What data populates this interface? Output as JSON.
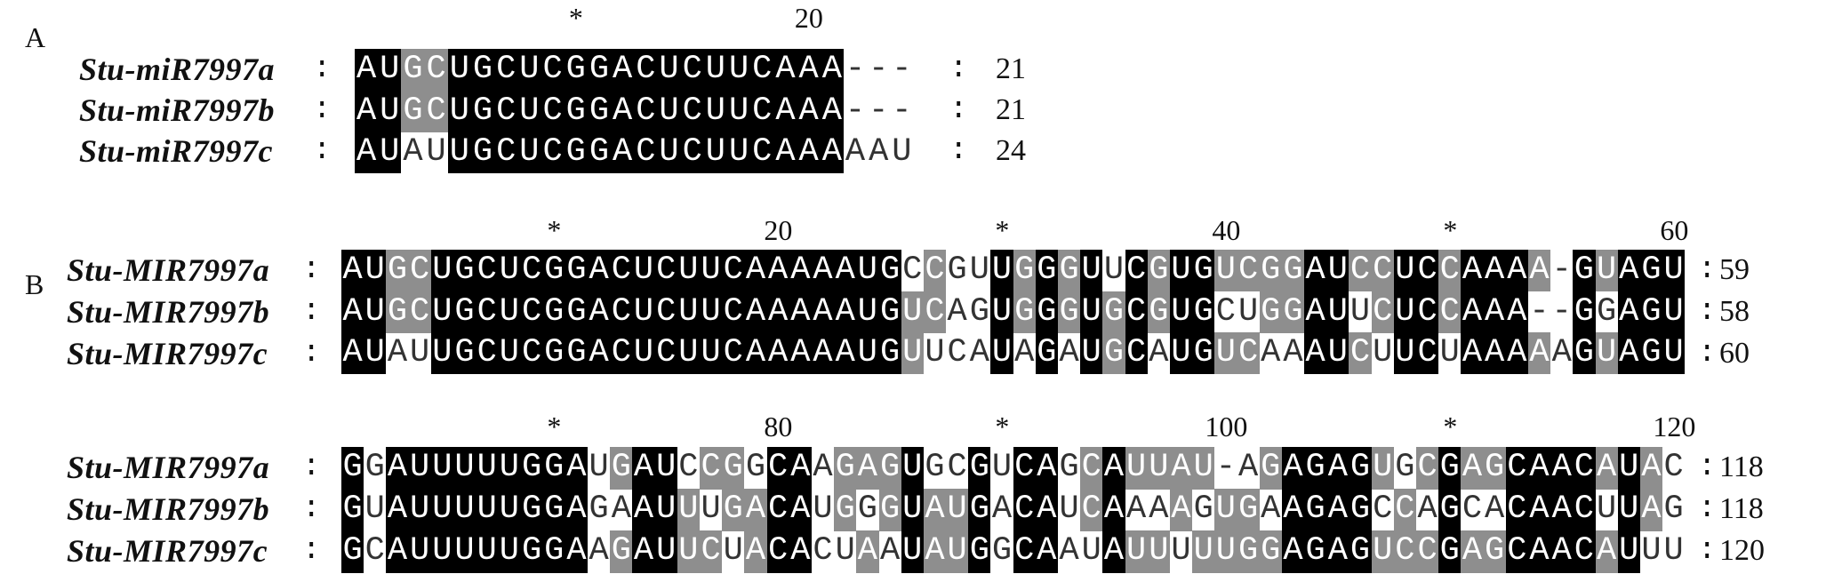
{
  "colors": {
    "identical": "#000000",
    "similar": "#8e8e8e",
    "none": "#ffffff"
  },
  "panels": [
    {
      "label": "A"
    },
    {
      "label": "B"
    }
  ],
  "blocks": [
    {
      "ruler": [
        {
          "col": 10,
          "text": "*"
        },
        {
          "col": 20,
          "text": "20"
        }
      ],
      "rows": [
        {
          "name": "Stu-miR7997a",
          "seq": "AUGCUGCUCGGACUCUUCAAA---",
          "count": "21"
        },
        {
          "name": "Stu-miR7997b",
          "seq": "AUGCUGCUCGGACUCUUCAAA---",
          "count": "21"
        },
        {
          "name": "Stu-miR7997c",
          "seq": "AUAUUGCUCGGACUCUUCAAAAAU",
          "count": "24"
        }
      ]
    },
    {
      "ruler": [
        {
          "col": 10,
          "text": "*"
        },
        {
          "col": 20,
          "text": "20"
        },
        {
          "col": 30,
          "text": "*"
        },
        {
          "col": 40,
          "text": "40"
        },
        {
          "col": 50,
          "text": "*"
        },
        {
          "col": 60,
          "text": "60"
        }
      ],
      "rows": [
        {
          "name": "Stu-MIR7997a",
          "seq": "AUGCUGCUCGGACUCUUCAAAAAUGCCGUUGGGUUCGUGUCGGAUCCUCCAAAA-GUAGU",
          "count": "59"
        },
        {
          "name": "Stu-MIR7997b",
          "seq": "AUGCUGCUCGGACUCUUCAAAAAUGUCAGUGGGUGCGUGCUGGAUUCUCCAAA--GGAGU",
          "count": "58"
        },
        {
          "name": "Stu-MIR7997c",
          "seq": "AUAUUGCUCGGACUCUUCAAAAAUGUUCAUAGAUGCAUGUCAAAUCUUCUAAAAAGUAGU",
          "count": "60"
        }
      ]
    },
    {
      "ruler": [
        {
          "col": 10,
          "text": "*"
        },
        {
          "col": 20,
          "text": "80"
        },
        {
          "col": 30,
          "text": "*"
        },
        {
          "col": 40,
          "text": "100"
        },
        {
          "col": 50,
          "text": "*"
        },
        {
          "col": 60,
          "text": "120"
        }
      ],
      "rows": [
        {
          "name": "Stu-MIR7997a",
          "seq": "GGAUUUUUGGAUGAUCCGGCAAGAGUGCGUCAGCAUUAU-AGAGAGUGCGAGCAACAUAC",
          "count": "118"
        },
        {
          "name": "Stu-MIR7997b",
          "seq": "GUAUUUUUGGAGAAUUUGACAUGGGUAUGACAUCAAAAGUGAAGAGCCAGCACAACUUAG",
          "count": "118"
        },
        {
          "name": "Stu-MIR7997c",
          "seq": "GCAUUUUUGGAAGAUUCUACACUAAUAUGGCAAUAUUUUUGGAGAGUCCGAGCAACAUUU",
          "count": "120"
        }
      ]
    }
  ]
}
